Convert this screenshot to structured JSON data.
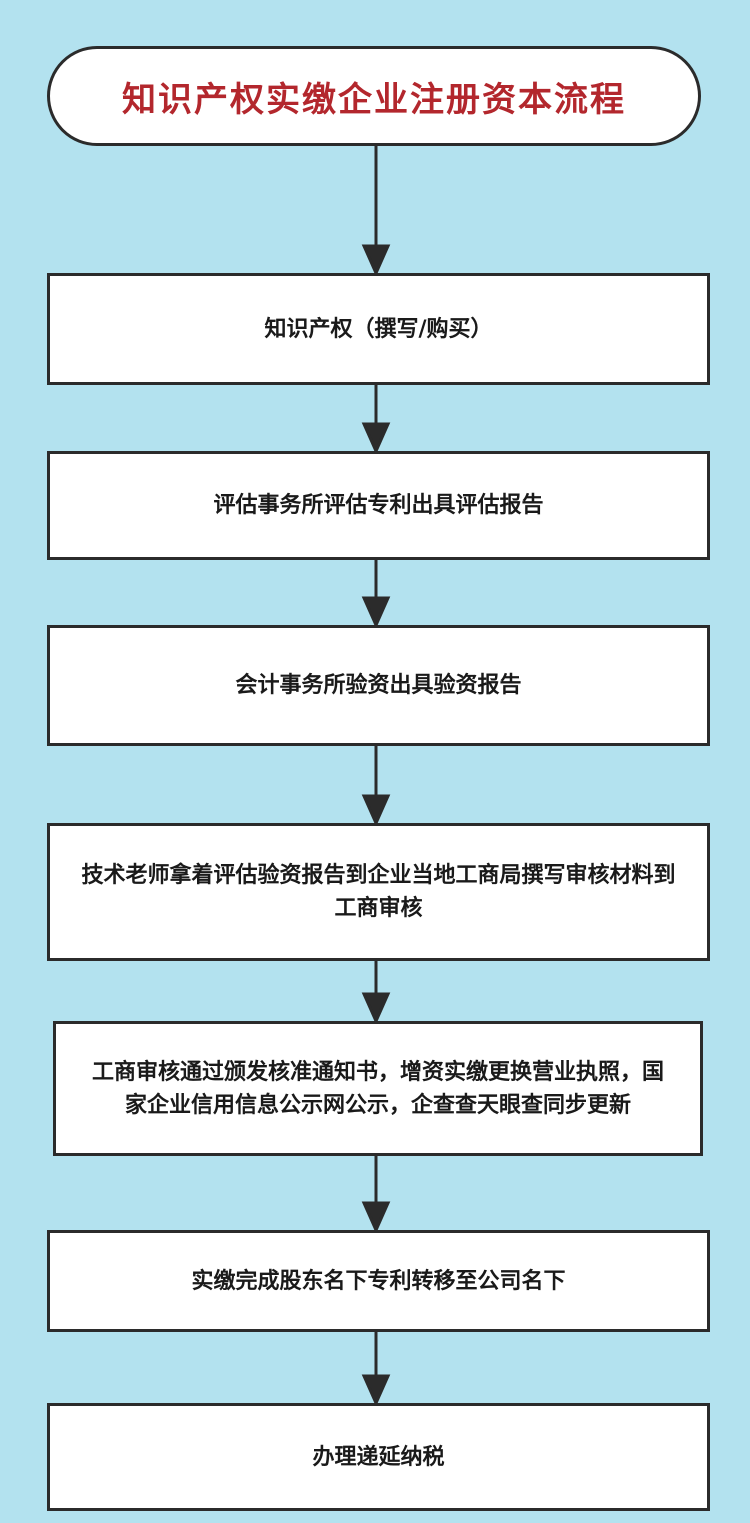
{
  "title": "知识产权实缴企业注册资本流程",
  "steps": [
    {
      "text": "知识产权（撰写/购买）"
    },
    {
      "text": "评估事务所评估专利出具评估报告"
    },
    {
      "text": "会计事务所验资出具验资报告"
    },
    {
      "text": "技术老师拿着评估验资报告到企业当地工商局撰写审核材料到工商审核"
    },
    {
      "text": "工商审核通过颁发核准通知书，增资实缴更换营业执照，国家企业信用信息公示网公示，企查查天眼查同步更新"
    },
    {
      "text": "实缴完成股东名下专利转移至公司名下"
    },
    {
      "text": "办理递延纳税"
    }
  ],
  "colors": {
    "background": "#b3e2ef",
    "title_text": "#b3272d",
    "border": "#2b2b2b",
    "box_fill": "#ffffff"
  }
}
